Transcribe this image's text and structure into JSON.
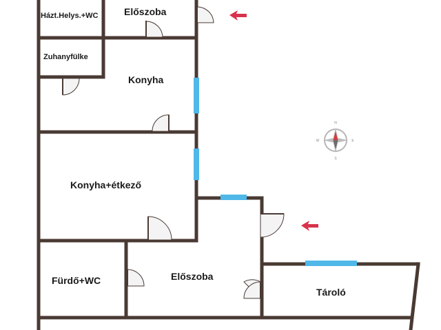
{
  "rooms": [
    {
      "key": "hazt_helys_wc",
      "label": "Házt.Helys.+WC"
    },
    {
      "key": "eloszoba_top",
      "label": "Előszoba"
    },
    {
      "key": "zuhanyfulke",
      "label": "Zuhanyfülke"
    },
    {
      "key": "konyha",
      "label": "Konyha"
    },
    {
      "key": "konyha_etkezo",
      "label": "Konyha+étkező"
    },
    {
      "key": "furdo_wc",
      "label": "Fürdő+WC"
    },
    {
      "key": "eloszoba_bottom",
      "label": "Előszoba"
    },
    {
      "key": "tarolo",
      "label": "Tároló"
    }
  ],
  "compass": {
    "north": "N",
    "south": "S",
    "east": "E",
    "west": "W"
  },
  "colors": {
    "wall": "#4a3a34",
    "window": "#4fb8e8",
    "entrance_arrow": "#d8324c",
    "compass_needle": "#d04040"
  },
  "icons": {
    "entrance_marker": "arrow-left-icon",
    "compass": "compass-rose-icon"
  }
}
